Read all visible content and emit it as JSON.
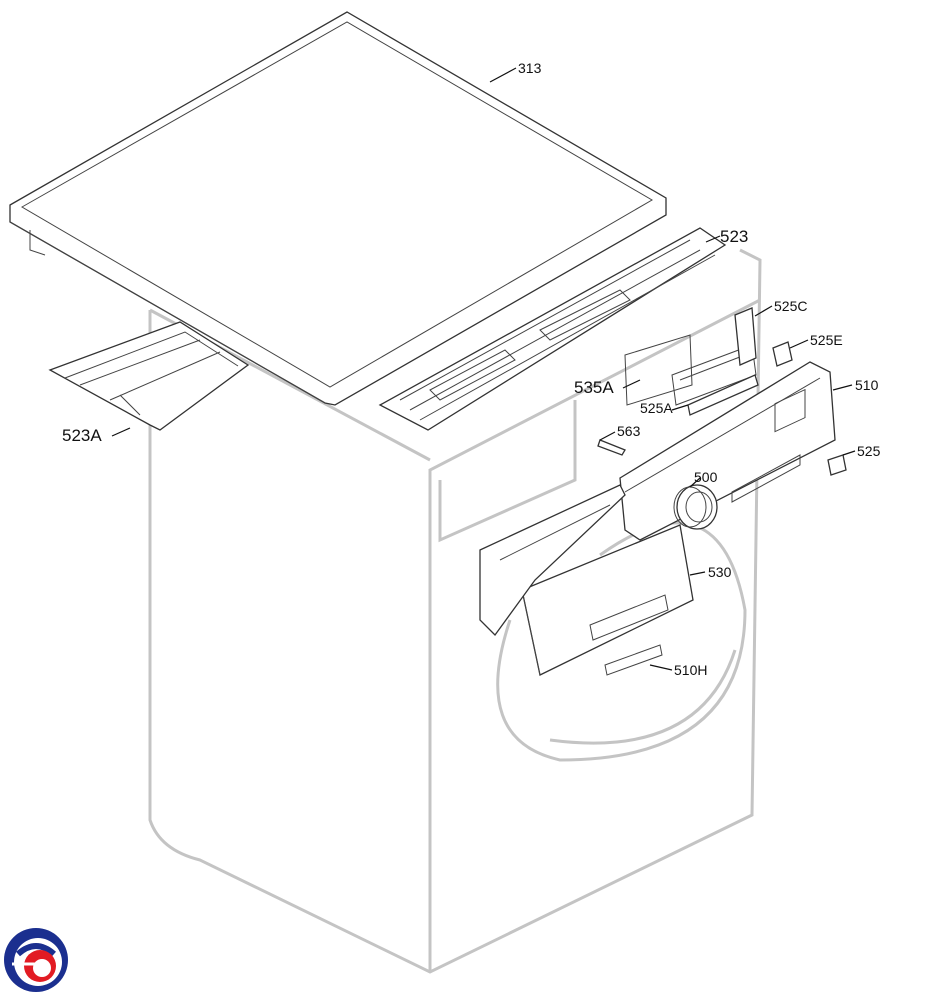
{
  "labels": {
    "p313": "313",
    "p523": "523",
    "p523A": "523A",
    "p525C": "525C",
    "p525E": "525E",
    "p535A": "535A",
    "p525A": "525A",
    "p510": "510",
    "p563": "563",
    "p525": "525",
    "p500": "500",
    "p530": "530",
    "p510H": "510H"
  },
  "logo": {
    "name": "company-logo",
    "colors": [
      "#1b2f8f",
      "#e21b23"
    ]
  },
  "colors": {
    "line": "#111111",
    "body_outline": "#c4c4c4"
  }
}
